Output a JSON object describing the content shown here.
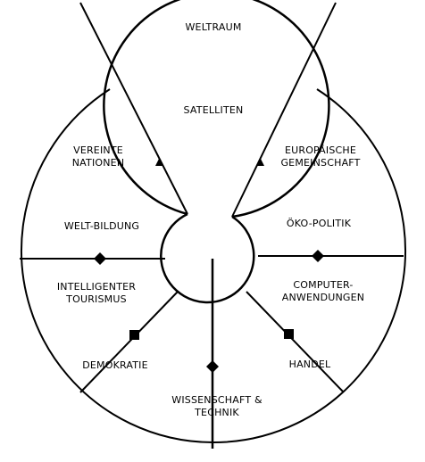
{
  "labels": {
    "weltraum": "WELTRAUM",
    "satelliten": "SATELLITEN",
    "vereinte_nationen": "VEREINTE\nNATIONEN",
    "europaeische_gemeinschaft": "EUROPÄISCHE\nGEMEINSCHAFT",
    "welt_bildung": "WELT-BILDUNG",
    "oeko_politik": "ÖKO-POLITIK",
    "intelligenter_tourismus": "INTELLIGENTER\nTOURISMUS",
    "computer_anwendungen": "COMPUTER-\nANWENDUNGEN",
    "demokratie": "DEMOKRATIE",
    "handel": "HANDEL",
    "wissenschaft_technik": "WISSENSCHAFT &\nTECHNIK"
  },
  "colors": {
    "line": "#000000",
    "background": "#ffffff"
  }
}
